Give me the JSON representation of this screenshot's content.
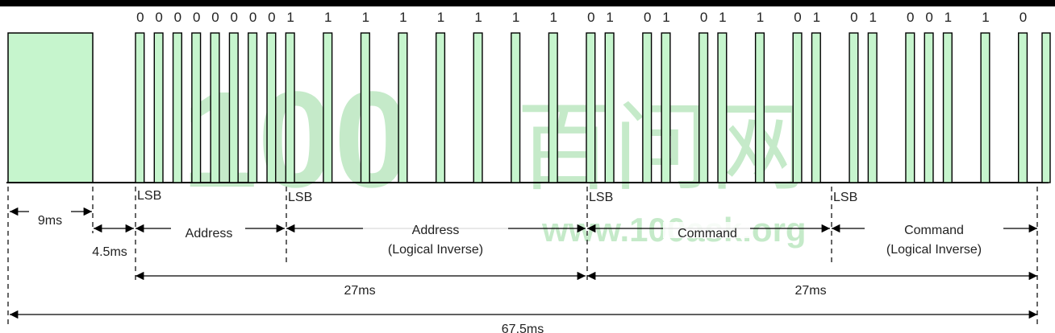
{
  "bits": "00000000111111110101011010100110",
  "labels": {
    "lsb_1": "LSB",
    "lsb_2": "LSB",
    "lsb_3": "LSB",
    "lsb_4": "LSB",
    "leader_burst": "9ms",
    "leader_space": "4.5ms",
    "address": "Address",
    "address_inverse_1": "Address",
    "address_inverse_2": "(Logical Inverse)",
    "command": "Command",
    "command_inverse_1": "Command",
    "command_inverse_2": "(Logical Inverse)",
    "data_a": "27ms",
    "data_b": "27ms",
    "total": "67.5ms"
  },
  "watermark": {
    "number": "100",
    "cn": "百问网",
    "url": "www.100ask.org"
  },
  "colors": {
    "pulse_fill": "#c6f5cd",
    "line": "#000000",
    "background": "#ffffff"
  }
}
